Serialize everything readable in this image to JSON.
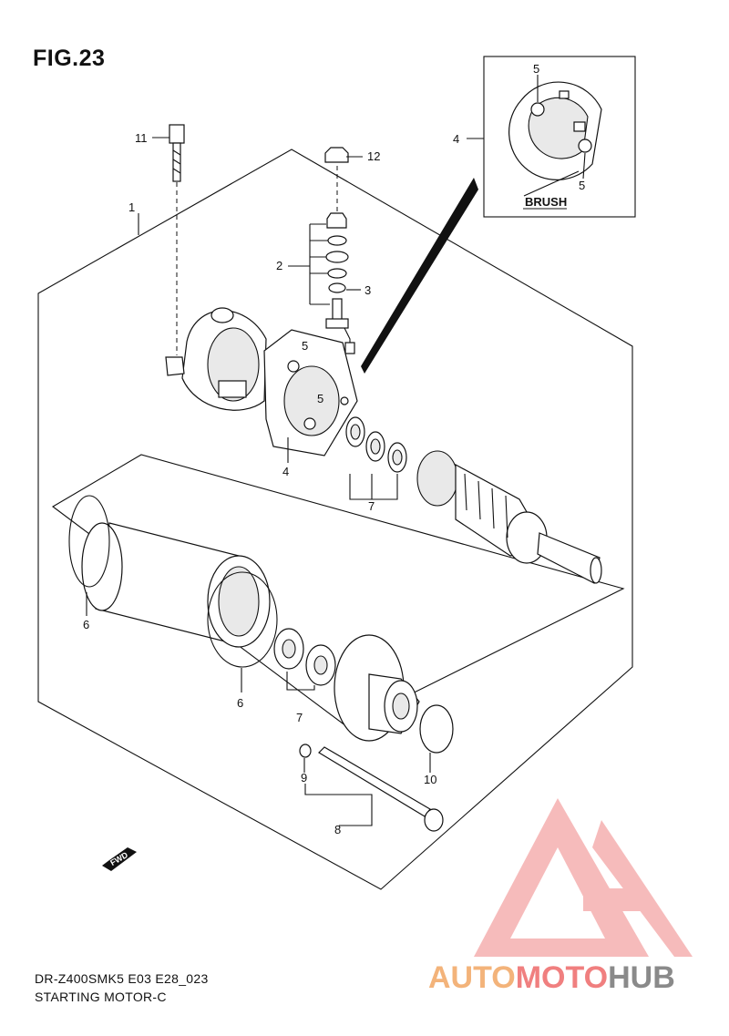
{
  "figure": {
    "title": "FIG.23"
  },
  "captions": {
    "model_code": "DR-Z400SMK5 E03 E28_023",
    "name": "STARTING MOTOR-C"
  },
  "callouts": {
    "p1": "1",
    "p2": "2",
    "p3": "3",
    "p4_main": "4",
    "p4_inset": "4",
    "p5_a": "5",
    "p5_b": "5",
    "p5_c": "5",
    "p5_d": "5",
    "p6_a": "6",
    "p6_b": "6",
    "p7_a": "7",
    "p7_b": "7",
    "p8": "8",
    "p9": "9",
    "p10": "10",
    "p11": "11",
    "p12": "12"
  },
  "inset": {
    "label": "BRUSH"
  },
  "direction": {
    "label": "FWD"
  },
  "watermark": {
    "brand": "AUTOMOTOHUB",
    "brand_part1": "AUTO",
    "brand_part2": "MOTO",
    "brand_part3": "HUB",
    "colors": {
      "auto": "#f3b37a",
      "moto": "#f07f7f",
      "hub": "#8a8a8a",
      "logo": "#f4a0a0"
    }
  }
}
